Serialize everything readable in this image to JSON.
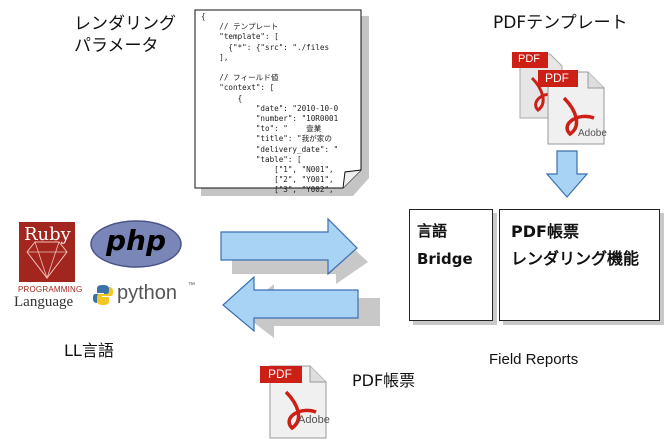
{
  "labels": {
    "params_line1": "レンダリング",
    "params_line2": "パラメータ",
    "pdf_template": "PDFテンプレート",
    "ll_lang": "LL言語",
    "pdf_report": "PDF帳票",
    "field_reports": "Field Reports"
  },
  "json_text": "{\n    // テンプレート\n    \"template\": [\n      {\"*\": {\"src\": \"./files\n    ],\n\n    // フィールド値\n    \"context\": [\n        {\n            \"date\": \"2010-10-0\n            \"number\": \"10R0001\n            \"to\": \"    壹業\n            \"title\": \"我が家の\n            \"delivery_date\": \"\n            \"table\": [\n                [\"1\", \"N001\",\n                [\"2\", \"Y001\",\n                [\"3\", \"Y002\",",
  "bridge_box": {
    "line1": "言語",
    "line2": "Bridge"
  },
  "engine_box": {
    "line1": "PDF帳票",
    "line2": "レンダリング機能"
  },
  "logos": {
    "ruby_word": "Ruby",
    "ruby_sub1": "PROGRAMMING",
    "ruby_sub2": "Language",
    "php": "php",
    "python": "python",
    "python_tm": "™"
  },
  "pdf_icon": {
    "badge": "PDF",
    "brand": "Adobe"
  },
  "colors": {
    "arrow_fill": "#a9d3f5",
    "arrow_stroke": "#3a6fb0",
    "ruby_red": "#a2261e",
    "php_blue": "#7a86b8",
    "pdf_red": "#cc1f16"
  }
}
